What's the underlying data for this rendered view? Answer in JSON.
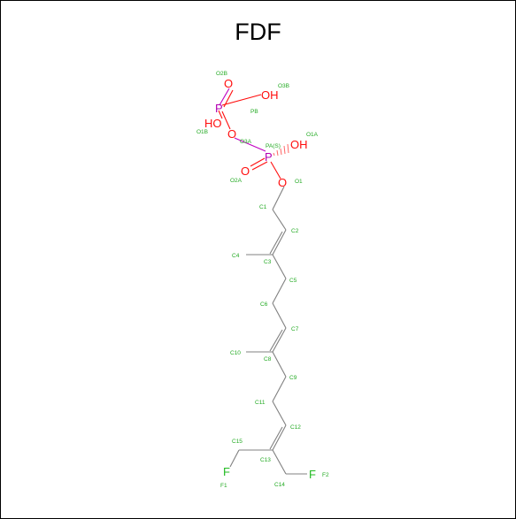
{
  "title": "FDF",
  "colors": {
    "oxygen": "#ff0d0d",
    "phosphorus": "#b300b3",
    "fluorine": "#22bb22",
    "label": "#22aa22",
    "bond": "#808080",
    "frame": "#000000"
  },
  "atoms": {
    "O2B": "O",
    "O3B": "OH",
    "PB": "P",
    "O1B": "HO",
    "O3A": "O",
    "PA": "P",
    "O1A": "OH",
    "O2A": "O",
    "O1": "O",
    "F1": "F",
    "F2": "F"
  },
  "labels": {
    "O2B": "O2B",
    "O3B": "O3B",
    "PB": "PB",
    "O1B": "O1B",
    "O3A": "O3A",
    "PA": "PA(S)",
    "O1A": "O1A",
    "O2A": "O2A",
    "O1": "O1",
    "C1": "C1",
    "C2": "C2",
    "C3": "C3",
    "C4": "C4",
    "C5": "C5",
    "C6": "C6",
    "C7": "C7",
    "C8": "C8",
    "C9": "C9",
    "C10": "C10",
    "C11": "C11",
    "C12": "C12",
    "C13": "C13",
    "C14": "C14",
    "C15": "C15",
    "F1": "F1",
    "F2": "F2"
  }
}
